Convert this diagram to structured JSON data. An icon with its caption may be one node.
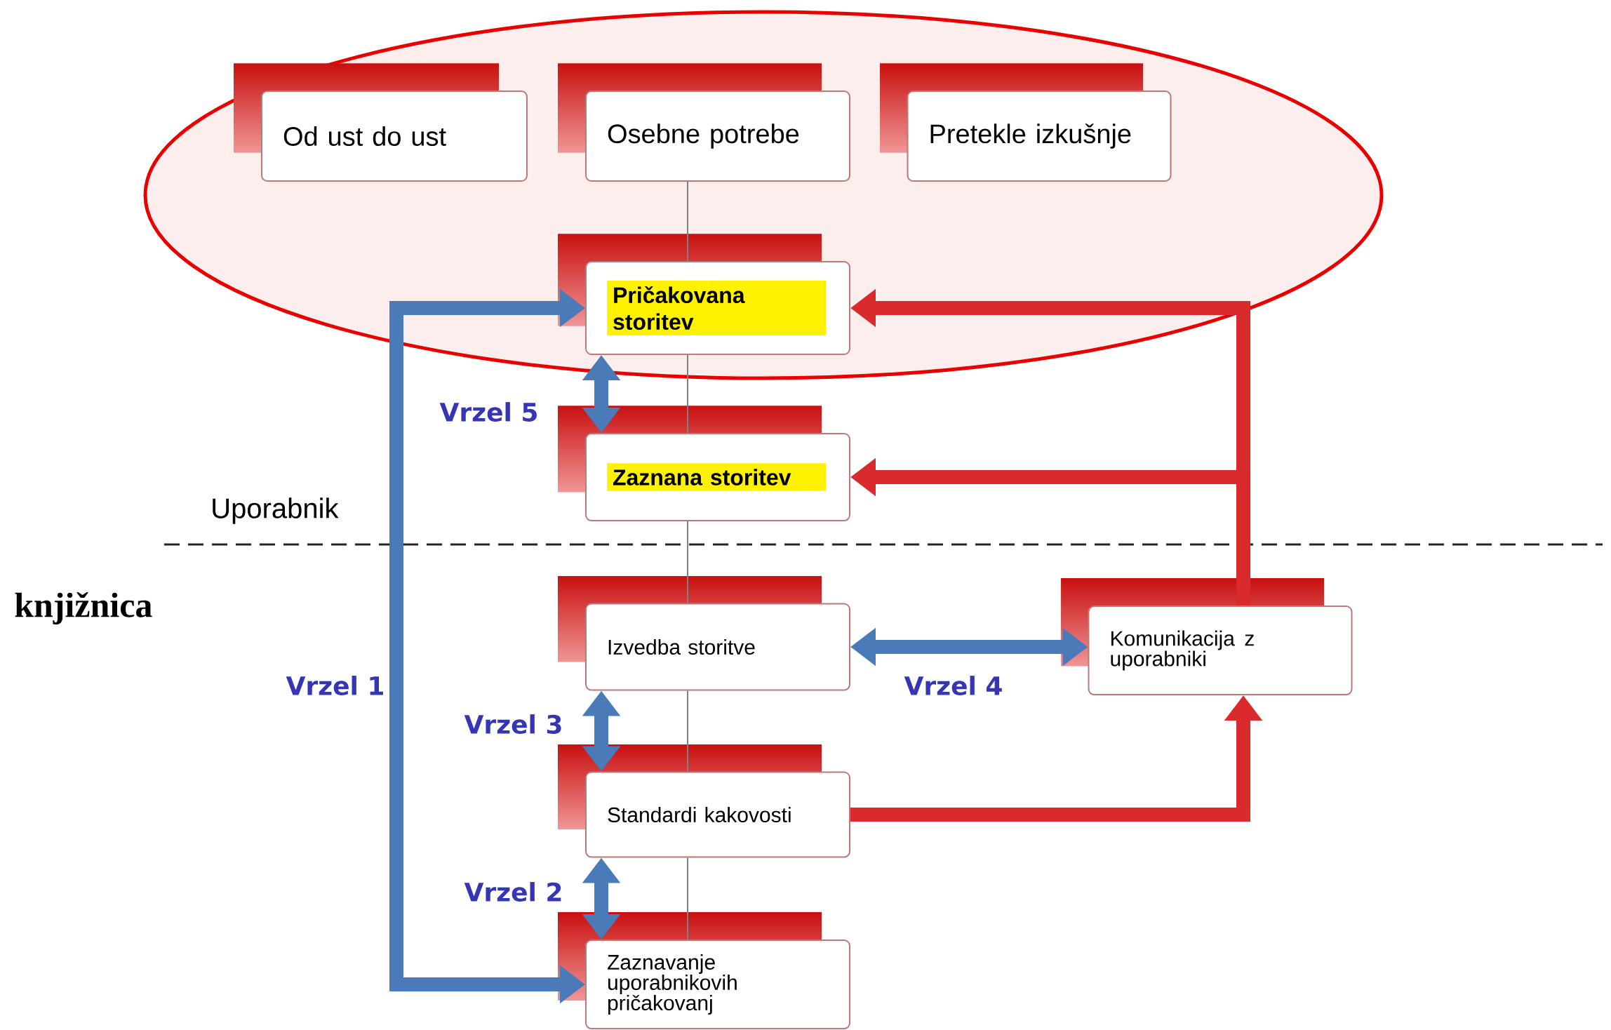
{
  "diagram": {
    "nodes": [
      {
        "text": [
          "Od ust do ust"
        ]
      },
      {
        "text": [
          "Osebne potrebe"
        ]
      },
      {
        "text": [
          "Pretekle izkušnje"
        ]
      },
      {
        "text": [
          "Pričakovana storitev"
        ]
      },
      {
        "text": [
          "Zaznana storitev"
        ]
      },
      {
        "text": [
          "Izvedba storitve"
        ]
      },
      {
        "text": [
          "Komunikacija z uporabniki"
        ]
      },
      {
        "text": [
          "Standardi kakovosti"
        ]
      },
      {
        "text": [
          "Zaznavanje uporabnikovih pričakovanj"
        ]
      }
    ],
    "edges": [
      {
        "from": 1,
        "to": 3,
        "arrow": "none"
      },
      {
        "from": 3,
        "to": 4,
        "arrow": "none"
      },
      {
        "from": 4,
        "to": 5,
        "arrow": "none"
      },
      {
        "from": 5,
        "to": 7,
        "arrow": "none"
      },
      {
        "from": 7,
        "to": 8,
        "arrow": "none"
      },
      {
        "from": 3,
        "to": 4,
        "arrow": "both",
        "label": "Vrzel 5",
        "color": "#4a7ab8"
      },
      {
        "from": 8,
        "to": 3,
        "arrow": "both",
        "label": "Vrzel 1",
        "color": "#4a7ab8"
      },
      {
        "from": 5,
        "to": 7,
        "arrow": "both",
        "label": "Vrzel 3",
        "color": "#4a7ab8"
      },
      {
        "from": 7,
        "to": 8,
        "arrow": "both",
        "label": "Vrzel 2",
        "color": "#4a7ab8"
      },
      {
        "from": 5,
        "to": 6,
        "arrow": "both",
        "label": "Vrzel 4",
        "color": "#4a7ab8"
      },
      {
        "from": 6,
        "to": 3,
        "arrow": "to",
        "color": "#d92b2b"
      },
      {
        "from": 6,
        "to": 4,
        "arrow": "to",
        "color": "#d92b2b"
      },
      {
        "from": 7,
        "to": 6,
        "arrow": "to",
        "color": "#d92b2b"
      }
    ],
    "labels": [
      "Uporabnik",
      "knjižnica"
    ]
  }
}
